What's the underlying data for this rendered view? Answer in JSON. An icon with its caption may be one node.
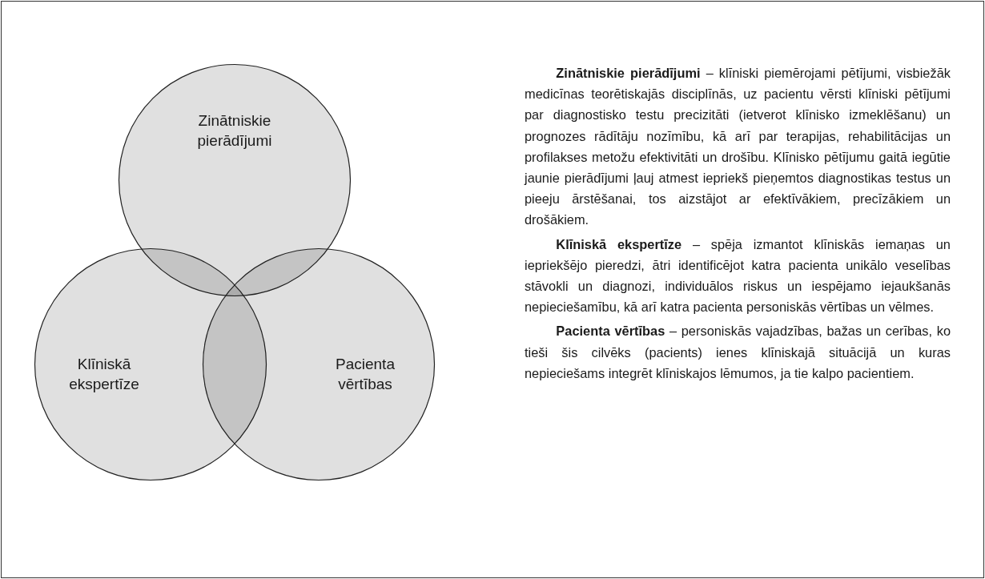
{
  "diagram": {
    "nodes": [
      {
        "text": [
          "Zinātniskie pierādījumi"
        ]
      },
      {
        "text": [
          "Klīniskā ekspertīze"
        ]
      },
      {
        "text": [
          "Pacienta vērtības"
        ]
      }
    ],
    "labels": [
      "**Zinātniskie pierādījumi** – klīniski piemērojami pētījumi, visbiežāk medicīnas teorētiskajās disciplīnās, uz pacientu vērsti klīniski pētījumi par diagnostisko testu precizitāti (ietverot klīnisko izmeklēšanu) un prognozes rādītāju nozīmību, kā arī par terapijas, rehabilitācijas un profilakses metožu efektivitāti un drošību. Klīnisko pētījumu gaitā iegūtie jaunie pierādījumi ļauj atmest iepriekš pieņemtos diagnostikas testus un pieeju ārstēšanai, tos aizstājot ar efektīvākiem, precīzākiem un drošākiem.",
      "**Klīniskā ekspertīze** – spēja izmantot klīniskās iemaņas un iepriekšējo pieredzi, ātri identificējot katra pacienta unikālo veselības stāvokli un diagnozi, individuālos riskus un iespējamo iejaukšanās nepieciešamību, kā arī katra pacienta personiskās vērtības un vēlmes.",
      "**Pacienta vērtības** – personiskās vajadzības, bažas un cerības, ko tieši šis cilvēks (pacients) ienes klīniskajā situācijā un kuras nepieciešams integrēt klīniskajos lēmumos, ja tie kalpo pacientiem."
    ]
  }
}
